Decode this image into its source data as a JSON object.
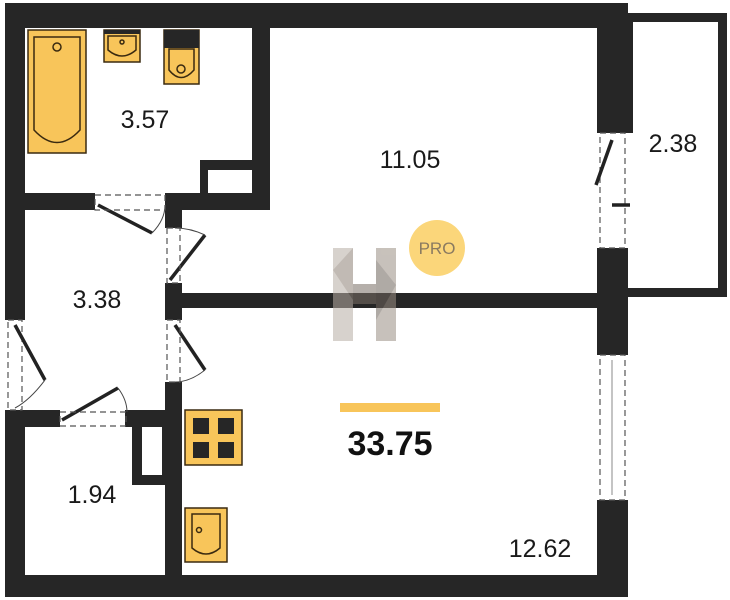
{
  "rooms": {
    "bathroom": "3.57",
    "room_top": "11.05",
    "balcony": "2.38",
    "hallway": "3.38",
    "storage": "1.94",
    "kitchen_room": "12.62"
  },
  "total_area": "33.75",
  "badge": "PRO",
  "colors": {
    "wall": "#262626",
    "fixture": "#f8c55a",
    "accent": "#f8c55a"
  }
}
